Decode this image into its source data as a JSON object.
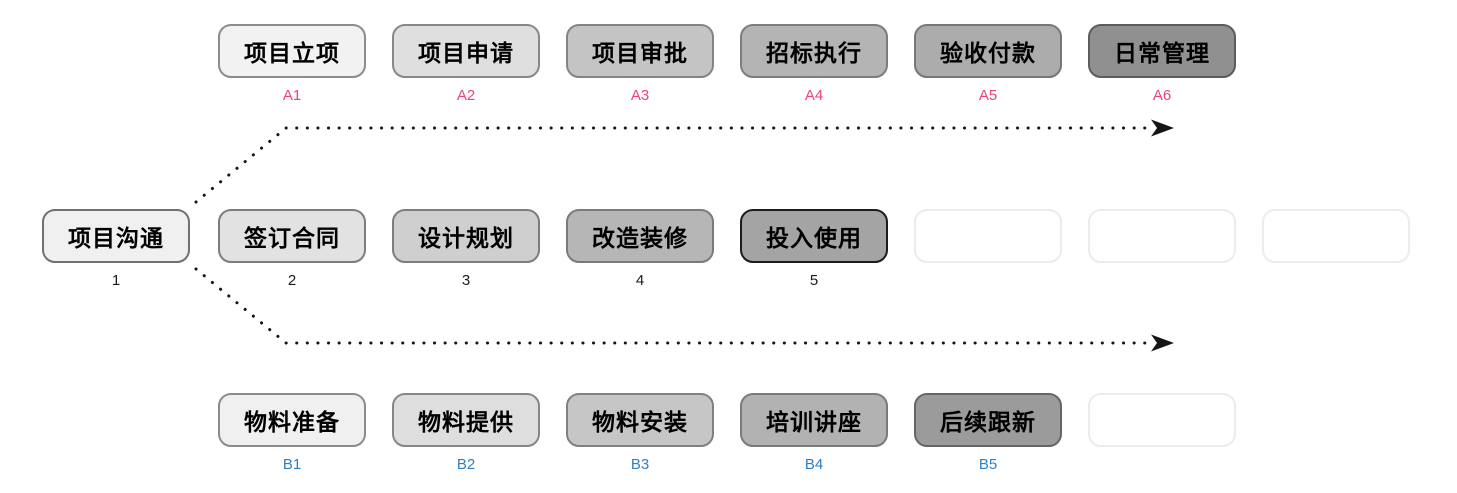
{
  "diagram": {
    "colors": {
      "row_a_label": "#ed3f81",
      "row_b_label": "#2e7fc4",
      "row_mid_label": "#1a1a1a",
      "arrow": "#151515",
      "empty_box_border": "#ececec",
      "empty_box_fill": "#ffffff"
    },
    "rows": [
      {
        "id": "row-a",
        "label_color": "#ed3f81",
        "nodes": [
          {
            "text": "项目立项",
            "label": "A1",
            "fill": "#f2f2f2",
            "border": "#8c8c8c",
            "col": 1
          },
          {
            "text": "项目申请",
            "label": "A2",
            "fill": "#dfdfdf",
            "border": "#888888",
            "col": 2
          },
          {
            "text": "项目审批",
            "label": "A3",
            "fill": "#c4c4c4",
            "border": "#848484",
            "col": 3
          },
          {
            "text": "招标执行",
            "label": "A4",
            "fill": "#b4b4b4",
            "border": "#7d7d7d",
            "col": 4
          },
          {
            "text": "验收付款",
            "label": "A5",
            "fill": "#acacac",
            "border": "#777777",
            "col": 5
          },
          {
            "text": "日常管理",
            "label": "A6",
            "fill": "#909090",
            "border": "#5c5c5c",
            "col": 6
          }
        ]
      },
      {
        "id": "row-main",
        "label_color": "#1a1a1a",
        "nodes": [
          {
            "text": "项目沟通",
            "label": "1",
            "fill": "#f0f0f0",
            "border": "#707070",
            "col": 0
          },
          {
            "text": "签订合同",
            "label": "2",
            "fill": "#e2e2e2",
            "border": "#7d7d7d",
            "col": 1
          },
          {
            "text": "设计规划",
            "label": "3",
            "fill": "#cfcfcf",
            "border": "#7d7d7d",
            "col": 2
          },
          {
            "text": "改造装修",
            "label": "4",
            "fill": "#b6b6b6",
            "border": "#7a7a7a",
            "col": 3
          },
          {
            "text": "投入使用",
            "label": "5",
            "fill": "#a4a4a4",
            "border": "#1c1c1c",
            "border_width": 2.5,
            "col": 4
          },
          {
            "empty": true,
            "col": 5
          },
          {
            "empty": true,
            "col": 6
          },
          {
            "empty": true,
            "col": 7
          }
        ]
      },
      {
        "id": "row-b",
        "label_color": "#2e7fc4",
        "nodes": [
          {
            "text": "物料准备",
            "label": "B1",
            "fill": "#f0f0f0",
            "border": "#8c8c8c",
            "col": 1
          },
          {
            "text": "物料提供",
            "label": "B2",
            "fill": "#dedede",
            "border": "#868686",
            "col": 2
          },
          {
            "text": "物料安装",
            "label": "B3",
            "fill": "#c6c6c6",
            "border": "#808080",
            "col": 3
          },
          {
            "text": "培训讲座",
            "label": "B4",
            "fill": "#b2b2b2",
            "border": "#7a7a7a",
            "col": 4
          },
          {
            "text": "后续跟新",
            "label": "B5",
            "fill": "#9b9b9b",
            "border": "#666666",
            "col": 5
          },
          {
            "empty": true,
            "col": 6
          }
        ]
      }
    ]
  }
}
